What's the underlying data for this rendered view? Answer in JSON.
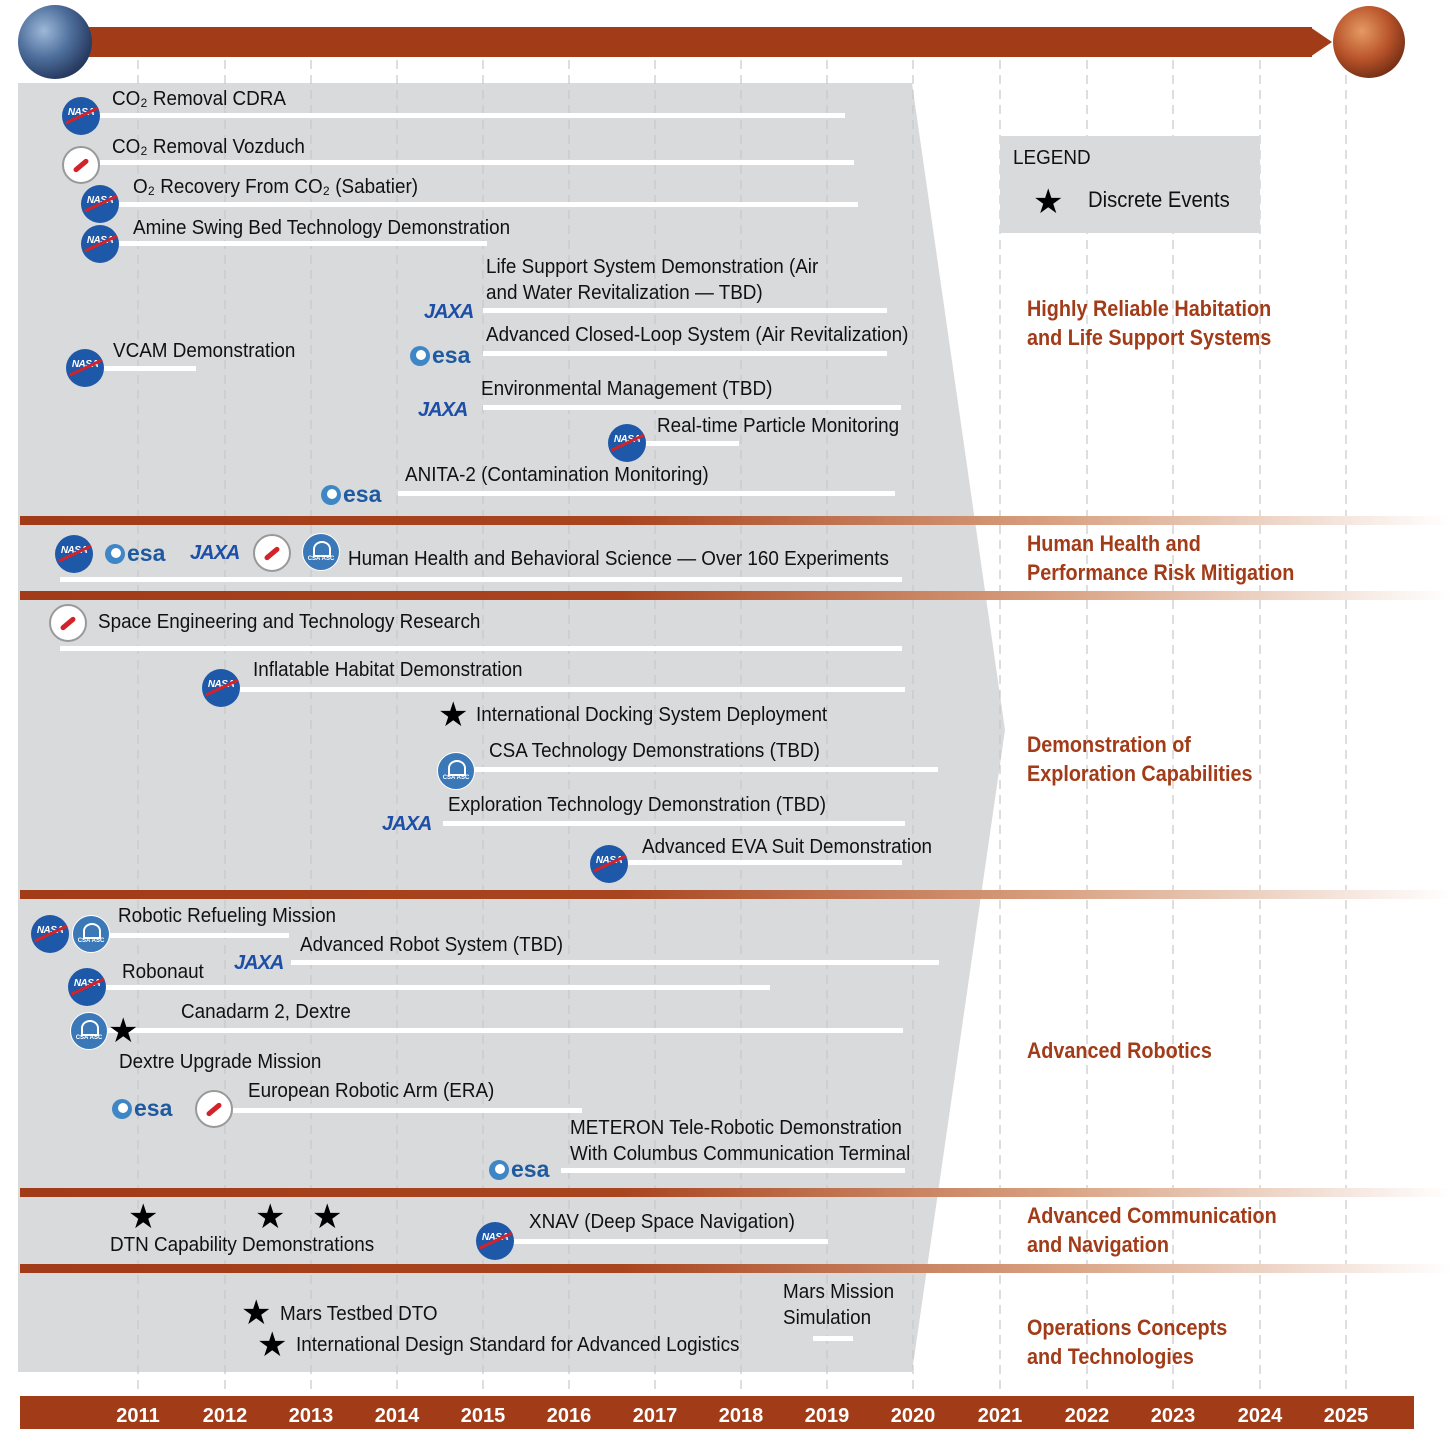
{
  "colors": {
    "rust": "#a23b18",
    "panel": "#d9dadb",
    "bar": "#ffffff",
    "label": "#111111"
  },
  "icons": {
    "start": "earth-globe",
    "end": "mars-globe"
  },
  "legend": {
    "title": "LEGEND",
    "item": "Discrete Events",
    "symbol": "star-icon"
  },
  "timeline": {
    "years": [
      "2011",
      "2012",
      "2013",
      "2014",
      "2015",
      "2016",
      "2017",
      "2018",
      "2019",
      "2020",
      "2021",
      "2022",
      "2023",
      "2024",
      "2025"
    ]
  },
  "categories": [
    "Highly Reliable Habitation\nand Life Support Systems",
    "Human Health and\nPerformance Risk Mitigation",
    "Demonstration of\nExploration Capabilities",
    "Advanced Robotics",
    "Advanced Communication\nand Navigation",
    "Operations Concepts\nand Technologies"
  ],
  "items": {
    "co2_cdra": "CO₂ Removal CDRA",
    "co2_vozduch": "CO₂ Removal Vozduch",
    "o2_recovery": "O₂ Recovery From CO₂ (Sabatier)",
    "amine": "Amine Swing Bed Technology Demonstration",
    "lss_1": "Life Support System Demonstration (Air",
    "lss_2": "and Water Revitalization — TBD)",
    "aclos": "Advanced Closed-Loop System (Air Revitalization)",
    "vcam": "VCAM Demonstration",
    "env": "Environmental Management (TBD)",
    "particle": "Real-time Particle Monitoring",
    "anita": "ANITA-2 (Contamination Monitoring)",
    "health": "Human Health and Behavioral Science — Over 160  Experiments",
    "space_eng": "Space Engineering and Technology Research",
    "inflatable": "Inflatable Habitat Demonstration",
    "ids": "International Docking System Deployment",
    "csa_tech": "CSA Technology Demonstrations (TBD)",
    "expl_tech": "Exploration Technology Demonstration (TBD)",
    "eva": "Advanced EVA Suit Demonstration",
    "rrm": "Robotic Refueling Mission",
    "ars": "Advanced Robot System (TBD)",
    "robonaut": "Robonaut",
    "canadarm": "Canadarm 2, Dextre",
    "dextre_up": "Dextre Upgrade Mission",
    "era": "European Robotic Arm (ERA)",
    "meteron_1": "METERON Tele-Robotic Demonstration",
    "meteron_2": "With Columbus Communication Terminal",
    "dtn": "DTN Capability Demonstrations",
    "xnav": "XNAV (Deep Space Navigation)",
    "mars_testbed": "Mars Testbed DTO",
    "ids_logistics": "International Design Standard for Advanced Logistics",
    "mars_sim_1": "Mars Mission",
    "mars_sim_2": "Simulation"
  },
  "logos": {
    "nasa": "NASA",
    "esa": "esa",
    "jaxa": "JAXA",
    "csa": "CSA ASC"
  }
}
